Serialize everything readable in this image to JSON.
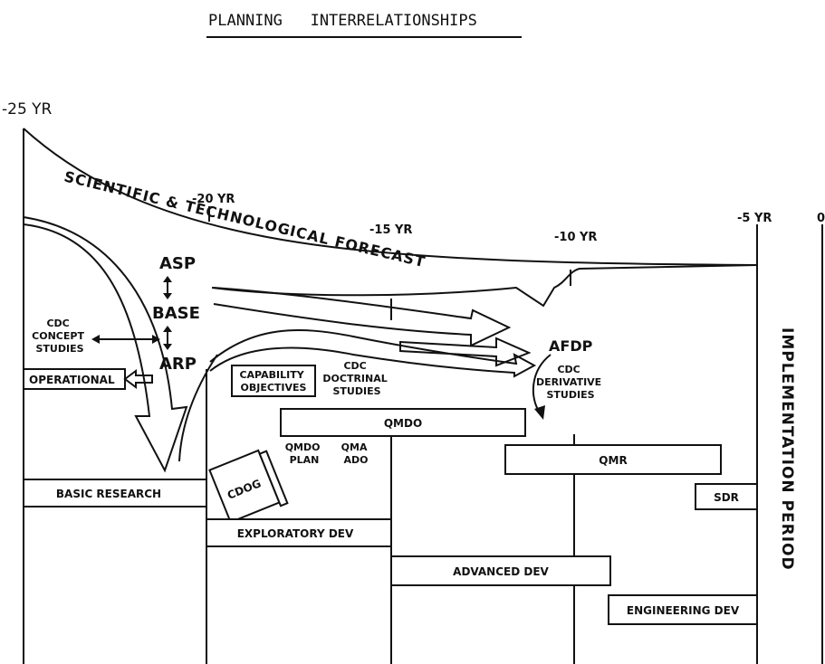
{
  "title": "PLANNING   INTERRELATIONSHIPS",
  "timeline": {
    "start": "-25 YR",
    "ticks": [
      "-20 YR",
      "-15 YR",
      "-10 YR",
      "-5 YR"
    ],
    "edge_mark": "0"
  },
  "forecast_label": "SCIENTIFIC & TECHNOLOGICAL FORECAST",
  "planning_labels": {
    "asp": "ASP",
    "base": "BASE",
    "arp": "ARP",
    "cdc_concept": [
      "CDC",
      "CONCEPT",
      "STUDIES"
    ],
    "operational": "OPERATIONAL",
    "capability_objectives": [
      "CAPABILITY",
      "OBJECTIVES"
    ],
    "cdc_doctrinal": [
      "CDC",
      "DOCTRINAL",
      "STUDIES"
    ],
    "afdp": "AFDP",
    "cdc_derivative": [
      "CDC",
      "DERIVATIVE",
      "STUDIES"
    ],
    "qmdo_plan": [
      "QMDO",
      "PLAN"
    ],
    "qma_ado": [
      "QMA",
      "ADO"
    ],
    "cddg_book": "CDOG"
  },
  "boxes": {
    "qmdo": "QMDO",
    "qmr": "QMR",
    "sdr": "SDR",
    "basic_research": "BASIC RESEARCH",
    "exploratory_dev": "EXPLORATORY DEV",
    "advanced_dev": "ADVANCED DEV",
    "engineering_dev": "ENGINEERING DEV"
  },
  "implementation_label": "IMPLEMENTATION PERIOD"
}
